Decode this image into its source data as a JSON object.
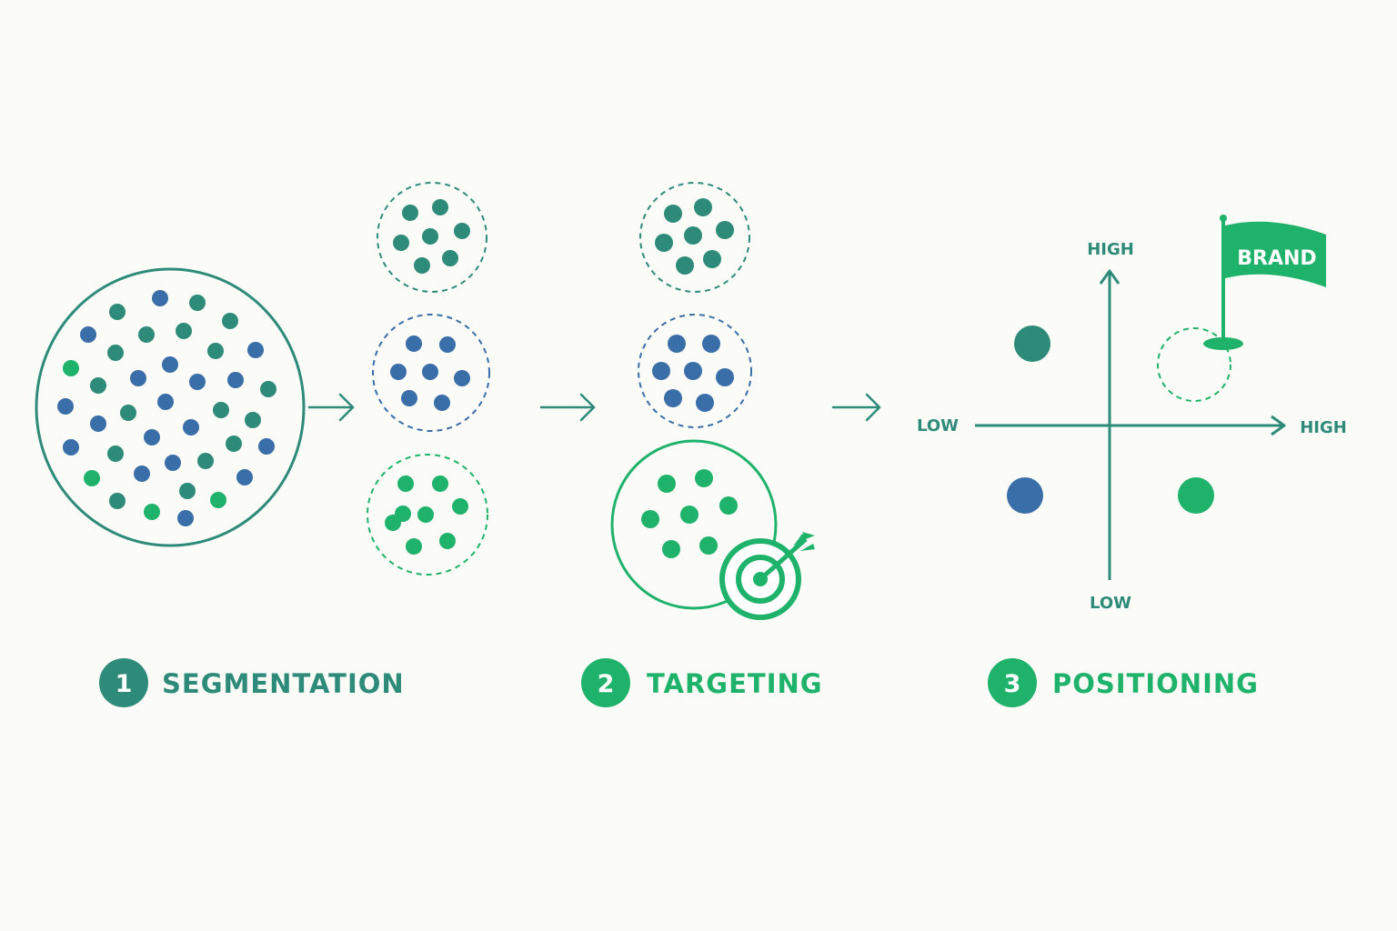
{
  "colors": {
    "background": "#fbfbf8",
    "teal": "#2e8b7a",
    "blue": "#3a6ea8",
    "green": "#1fb26b",
    "white": "#ffffff"
  },
  "steps": [
    {
      "number": "1",
      "label": "SEGMENTATION",
      "color": "#2e8b7a"
    },
    {
      "number": "2",
      "label": "TARGETING",
      "color": "#1fb26b"
    },
    {
      "number": "3",
      "label": "POSITIONING",
      "color": "#1fb26b"
    }
  ],
  "positioning_map": {
    "x_axis": {
      "low": "LOW",
      "high": "HIGH"
    },
    "y_axis": {
      "low": "LOW",
      "high": "HIGH"
    },
    "flag_label": "BRAND"
  },
  "icons": [
    "arrow-right-icon",
    "target-icon",
    "flag-icon"
  ]
}
